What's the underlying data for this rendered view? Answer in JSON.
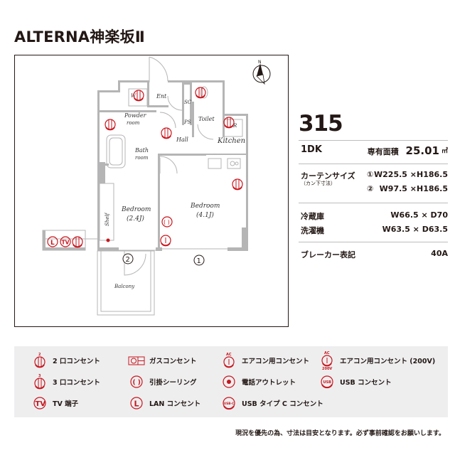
{
  "title": "ALTERNA神楽坂Ⅱ",
  "floorplan": {
    "rooms": {
      "ent": "Ent",
      "sc": "SC",
      "ps": "PS",
      "toilet": "Toilet",
      "powder_room_1": "Powder",
      "powder_room_2": "room",
      "hall": "Hall",
      "kitchen": "Kitchen",
      "bath_1": "Bath",
      "bath_2": "room",
      "bedroom_small": "Bedroom",
      "bedroom_small_size": "(2.4J)",
      "bedroom_large": "Bedroom",
      "bedroom_large_size": "(4.1J)",
      "shelf": "Shelf",
      "balcony": "Balcony",
      "w_label": "W",
      "r_label": "R"
    },
    "window_markers": [
      "①",
      "②"
    ],
    "compass_label": "N",
    "outlet_counts": {
      "two": "2",
      "three": "3",
      "ac": "AC"
    },
    "wall_panel_icons": [
      "L",
      "TV"
    ]
  },
  "info": {
    "room_number": "315",
    "layout_type": "1DK",
    "area_label": "専有面積",
    "area_value": "25.01",
    "area_unit": "㎡",
    "curtain_label": "カーテンサイズ",
    "curtain_sublabel": "（カン下寸法）",
    "curtain_sizes": [
      {
        "marker": "①",
        "value": "W225.5 ×H186.5"
      },
      {
        "marker": "②",
        "value": "W97.5 ×H186.5"
      }
    ],
    "fridge_label": "冷蔵庫",
    "fridge_value": "W66.5 × D70",
    "washer_label": "洗濯機",
    "washer_value": "W63.5 × D63.5",
    "breaker_label": "ブレーカー表記",
    "breaker_value": "40A"
  },
  "legend": {
    "items": [
      {
        "icon": "outlet-2-icon",
        "sup": "2",
        "label": "2 口コンセント"
      },
      {
        "icon": "gas-outlet-icon",
        "label": "ガスコンセント"
      },
      {
        "icon": "ac-outlet-icon",
        "sup": "AC",
        "label": "エアコン用コンセント"
      },
      {
        "icon": "ac-outlet-200v-icon",
        "sup": "AC",
        "sub": "200V",
        "label": "エアコン用コンセント (200V)"
      },
      {
        "icon": "outlet-3-icon",
        "sup": "3",
        "label": "3 口コンセント"
      },
      {
        "icon": "ceiling-hook-icon",
        "glyph": "( )",
        "label": "引掛シーリング"
      },
      {
        "icon": "phone-outlet-icon",
        "label": "電話アウトレット"
      },
      {
        "icon": "usb-outlet-icon",
        "glyph": "USB",
        "label": "USB コンセント"
      },
      {
        "icon": "tv-terminal-icon",
        "glyph": "TV",
        "label": "TV 端子"
      },
      {
        "icon": "lan-outlet-icon",
        "glyph": "L",
        "label": "LAN コンセント"
      },
      {
        "icon": "usb-c-outlet-icon",
        "glyph": "USB-C",
        "label": "USB タイプ C コンセント"
      }
    ]
  },
  "footnote": "現況を優先の為、寸法は目安となります。必ず事前確認をお願いします。",
  "colors": {
    "accent": "#c8161e",
    "wall": "#b5b5b6",
    "text": "#231815",
    "legend_bg": "#eeeeef"
  }
}
